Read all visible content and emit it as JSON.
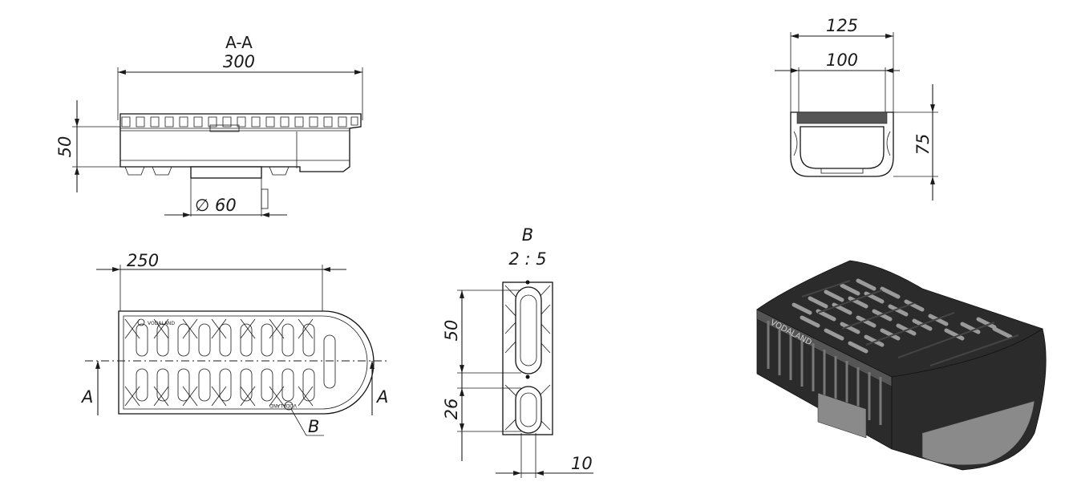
{
  "section": {
    "title": "A-A",
    "length": "300",
    "height": "50",
    "outlet_diameter": "60",
    "diameter_symbol": "∅"
  },
  "plan": {
    "length": "250",
    "cut_marker_left": "A",
    "cut_marker_right": "A",
    "detail_callout": "B"
  },
  "detail": {
    "title": "B",
    "scale": "2 : 5",
    "slot_length": "50",
    "slot_spacing": "26",
    "slot_width": "10"
  },
  "end_view": {
    "outer_width": "125",
    "inner_width": "100",
    "height": "75"
  },
  "logo_text": "VODALAND"
}
